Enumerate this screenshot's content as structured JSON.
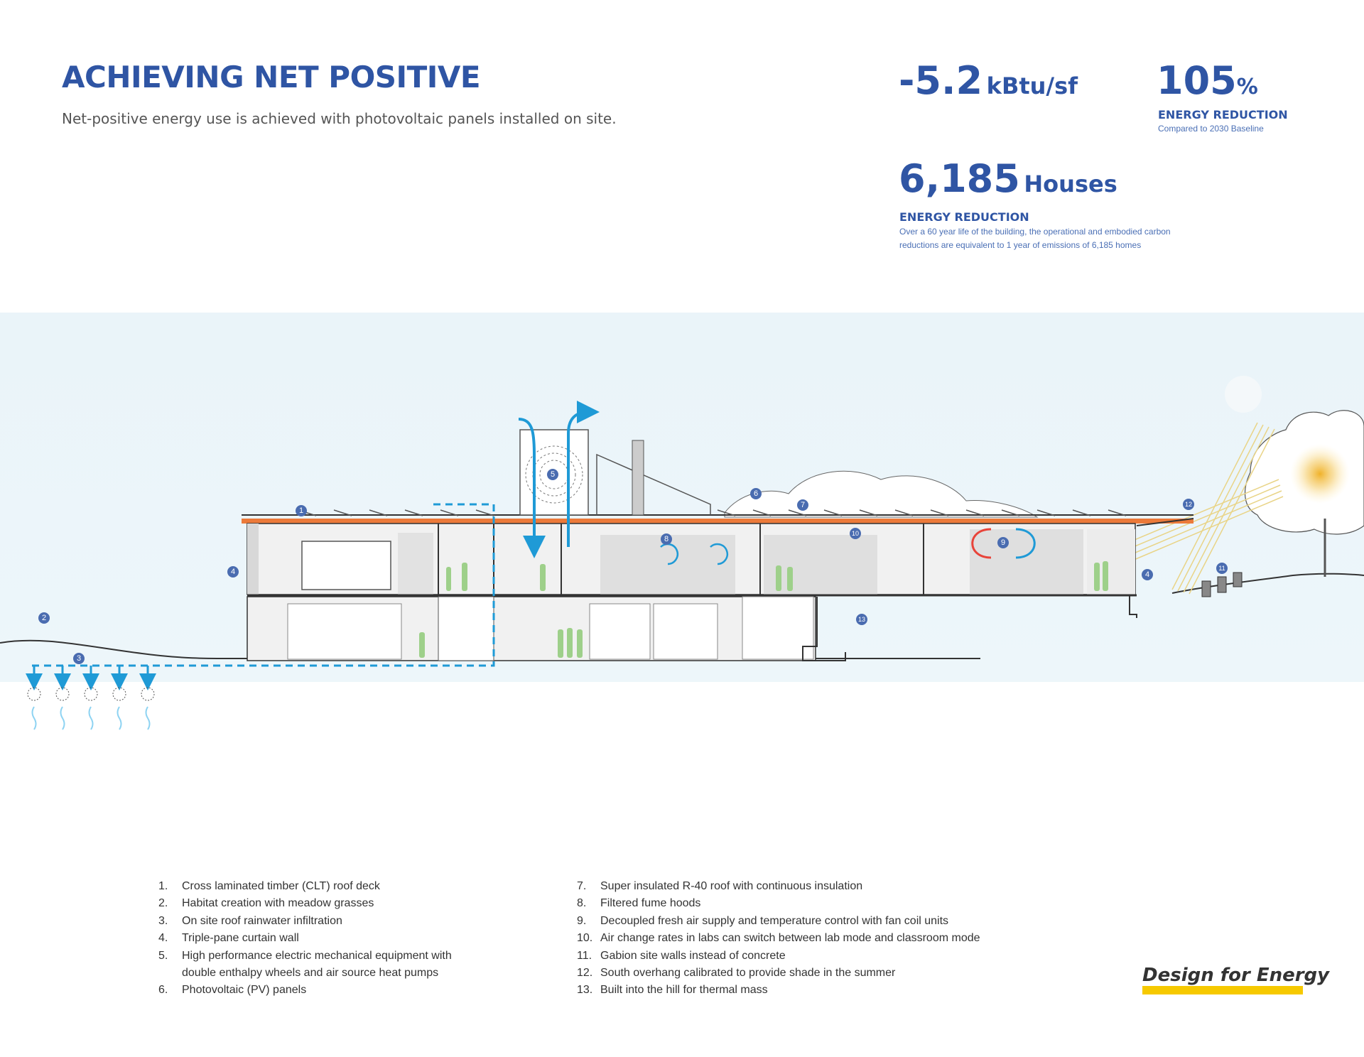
{
  "header": {
    "title": "ACHIEVING NET POSITIVE",
    "subtitle": "Net-positive energy use is achieved with photovoltaic panels installed on site."
  },
  "stats": {
    "eui": {
      "value": "-5.2",
      "unit": "kBtu/sf"
    },
    "reduction": {
      "value": "105",
      "unit": "%",
      "label": "ENERGY REDUCTION",
      "note": "Compared to 2030 Baseline"
    },
    "houses": {
      "value": "6,185",
      "unit": "Houses",
      "label": "ENERGY REDUCTION",
      "note_line1": "Over a 60 year life of the building, the operational and embodied carbon",
      "note_line2": "reductions are equivalent to 1 year of emissions of 6,185 homes"
    }
  },
  "markers": [
    "1",
    "2",
    "3",
    "4",
    "4",
    "5",
    "6",
    "7",
    "8",
    "9",
    "10",
    "11",
    "12",
    "13"
  ],
  "legend": {
    "left": [
      {
        "num": "1.",
        "lines": [
          "Cross laminated timber (CLT) roof deck"
        ]
      },
      {
        "num": "2.",
        "lines": [
          "Habitat creation with meadow grasses"
        ]
      },
      {
        "num": "3.",
        "lines": [
          "On site roof rainwater infiltration"
        ]
      },
      {
        "num": "4.",
        "lines": [
          "Triple-pane curtain wall"
        ]
      },
      {
        "num": "5.",
        "lines": [
          "High performance electric mechanical equipment with",
          "double enthalpy wheels and air source heat pumps"
        ]
      },
      {
        "num": "6.",
        "lines": [
          "Photovoltaic (PV) panels"
        ]
      }
    ],
    "right": [
      {
        "num": "7.",
        "lines": [
          "Super insulated R-40 roof with continuous insulation"
        ]
      },
      {
        "num": "8.",
        "lines": [
          "Filtered fume hoods"
        ]
      },
      {
        "num": "9.",
        "lines": [
          "Decoupled fresh air supply and temperature control with fan coil units"
        ]
      },
      {
        "num": "10.",
        "lines": [
          "Air change rates in labs can switch between lab mode and classroom mode"
        ]
      },
      {
        "num": "11.",
        "lines": [
          "Gabion site walls instead of concrete"
        ]
      },
      {
        "num": "12.",
        "lines": [
          "South overhang calibrated to provide shade in the summer"
        ]
      },
      {
        "num": "13.",
        "lines": [
          "Built into the hill for thermal mass"
        ]
      }
    ]
  },
  "brand": "Design for Energy",
  "colors": {
    "primary": "#2f55a4",
    "airflow_blue": "#1f9ad6",
    "warm_red": "#e8443a",
    "roof_orange": "#ec7a3a",
    "people_green": "#9ed08a",
    "brand_yellow": "#f6c900"
  }
}
